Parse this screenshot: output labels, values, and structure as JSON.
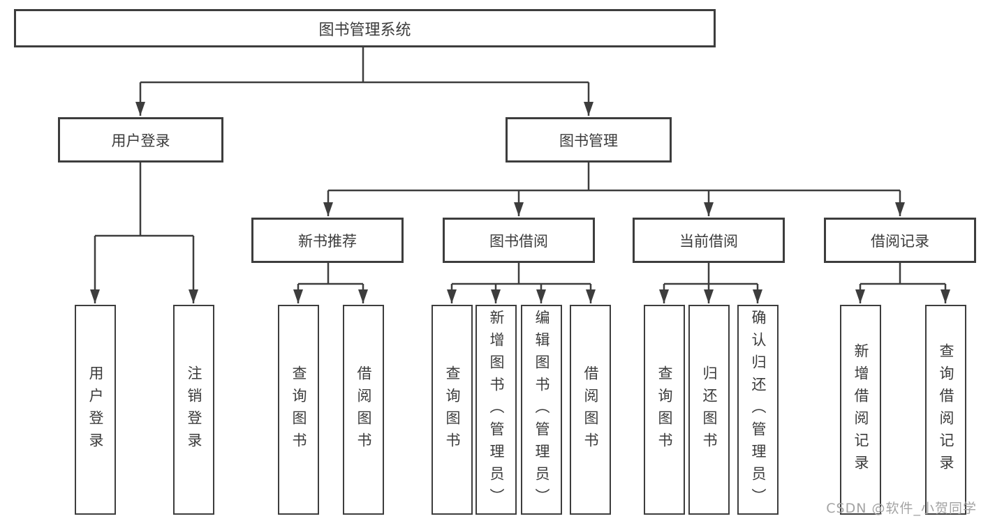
{
  "title": "图书管理系统",
  "watermark": "CSDN @软件_小贺同学",
  "colors": {
    "line": "#3d3d3d",
    "text": "#3b3b3b",
    "box_background": "#ffffff",
    "watermark": "#a3a3a3"
  },
  "tree": {
    "root": {
      "label": "图书管理系统",
      "children": [
        {
          "label": "用户登录",
          "children": [
            {
              "label": "用户登录"
            },
            {
              "label": "注销登录"
            }
          ]
        },
        {
          "label": "图书管理",
          "children": [
            {
              "label": "新书推荐",
              "children": [
                {
                  "label": "查询图书"
                },
                {
                  "label": "借阅图书"
                }
              ]
            },
            {
              "label": "图书借阅",
              "children": [
                {
                  "label": "查询图书"
                },
                {
                  "label": "新增图书（管理员）"
                },
                {
                  "label": "编辑图书（管理员）"
                },
                {
                  "label": "借阅图书"
                }
              ]
            },
            {
              "label": "当前借阅",
              "children": [
                {
                  "label": "查询图书"
                },
                {
                  "label": "归还图书"
                },
                {
                  "label": "确认归还（管理员）"
                }
              ]
            },
            {
              "label": "借阅记录",
              "children": [
                {
                  "label": "新增借阅记录"
                },
                {
                  "label": "查询借阅记录"
                }
              ]
            }
          ]
        }
      ]
    }
  }
}
